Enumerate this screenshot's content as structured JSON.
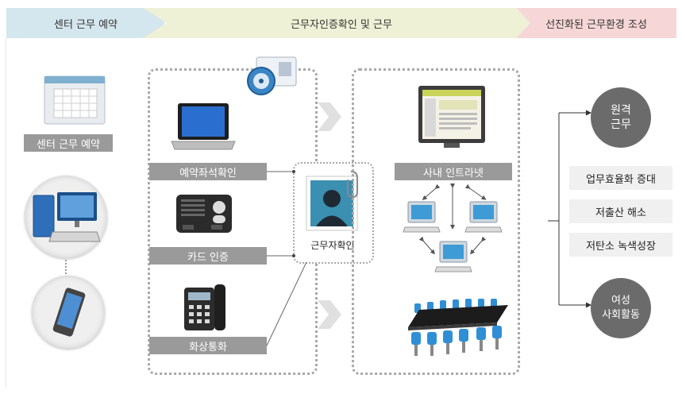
{
  "header": {
    "step1": "센터 근무 예약",
    "step2": "근무자인증확인 및 근무",
    "step3": "선진화된 근무환경 조성"
  },
  "left": {
    "reservation_label": "센터 근무 예약"
  },
  "auth": {
    "seat_check": "예약좌석확인",
    "card_auth": "카드 인증",
    "video_call": "화상통화",
    "worker_check": "근무자확인"
  },
  "work": {
    "intranet": "사내 인트라넷"
  },
  "outcomes": {
    "remote_work": "원격\n근무",
    "women_activity": "여성\n사회활동",
    "benefits": [
      "업무효율화 증대",
      "저출산 해소",
      "저탄소 녹색성장"
    ]
  },
  "colors": {
    "label_gray": "#9a9a9a",
    "circle_gray": "#6b6b6b",
    "dotted_border": "#a8a8a8"
  }
}
